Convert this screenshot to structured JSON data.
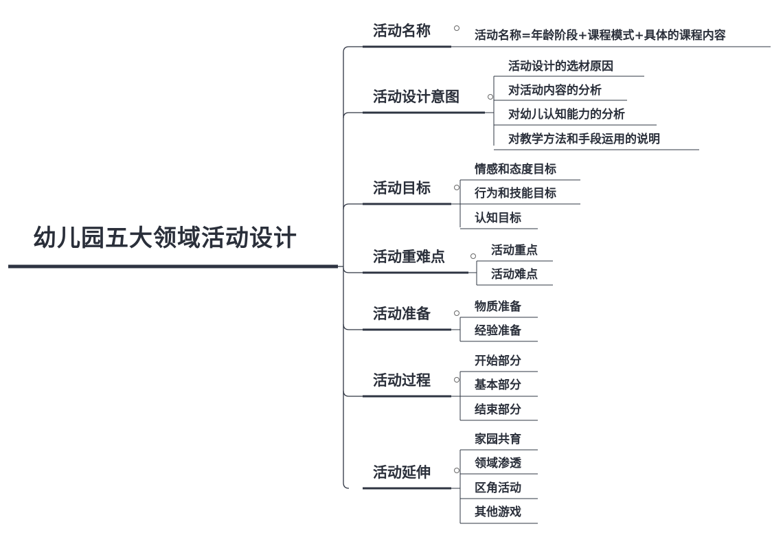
{
  "root": {
    "title": "幼儿园五大领域活动设计"
  },
  "branches": [
    {
      "label": "活动名称",
      "children": [
        "活动名称=年龄阶段+课程模式+具体的课程内容"
      ]
    },
    {
      "label": "活动设计意图",
      "children": [
        "活动设计的选材原因",
        "对活动内容的分析",
        "对幼儿认知能力的分析",
        "对教学方法和手段运用的说明"
      ]
    },
    {
      "label": "活动目标",
      "children": [
        "情感和态度目标",
        "行为和技能目标",
        "认知目标"
      ]
    },
    {
      "label": "活动重难点",
      "children": [
        "活动重点",
        "活动难点"
      ]
    },
    {
      "label": "活动准备",
      "children": [
        "物质准备",
        "经验准备"
      ]
    },
    {
      "label": "活动过程",
      "children": [
        "开始部分",
        "基本部分",
        "结束部分"
      ]
    },
    {
      "label": "活动延伸",
      "children": [
        "家园共育",
        "领域渗透",
        "区角活动",
        "其他游戏"
      ]
    }
  ],
  "colors": {
    "line": "#2e3442",
    "text": "#2a2f3a",
    "dot": "#666666"
  }
}
